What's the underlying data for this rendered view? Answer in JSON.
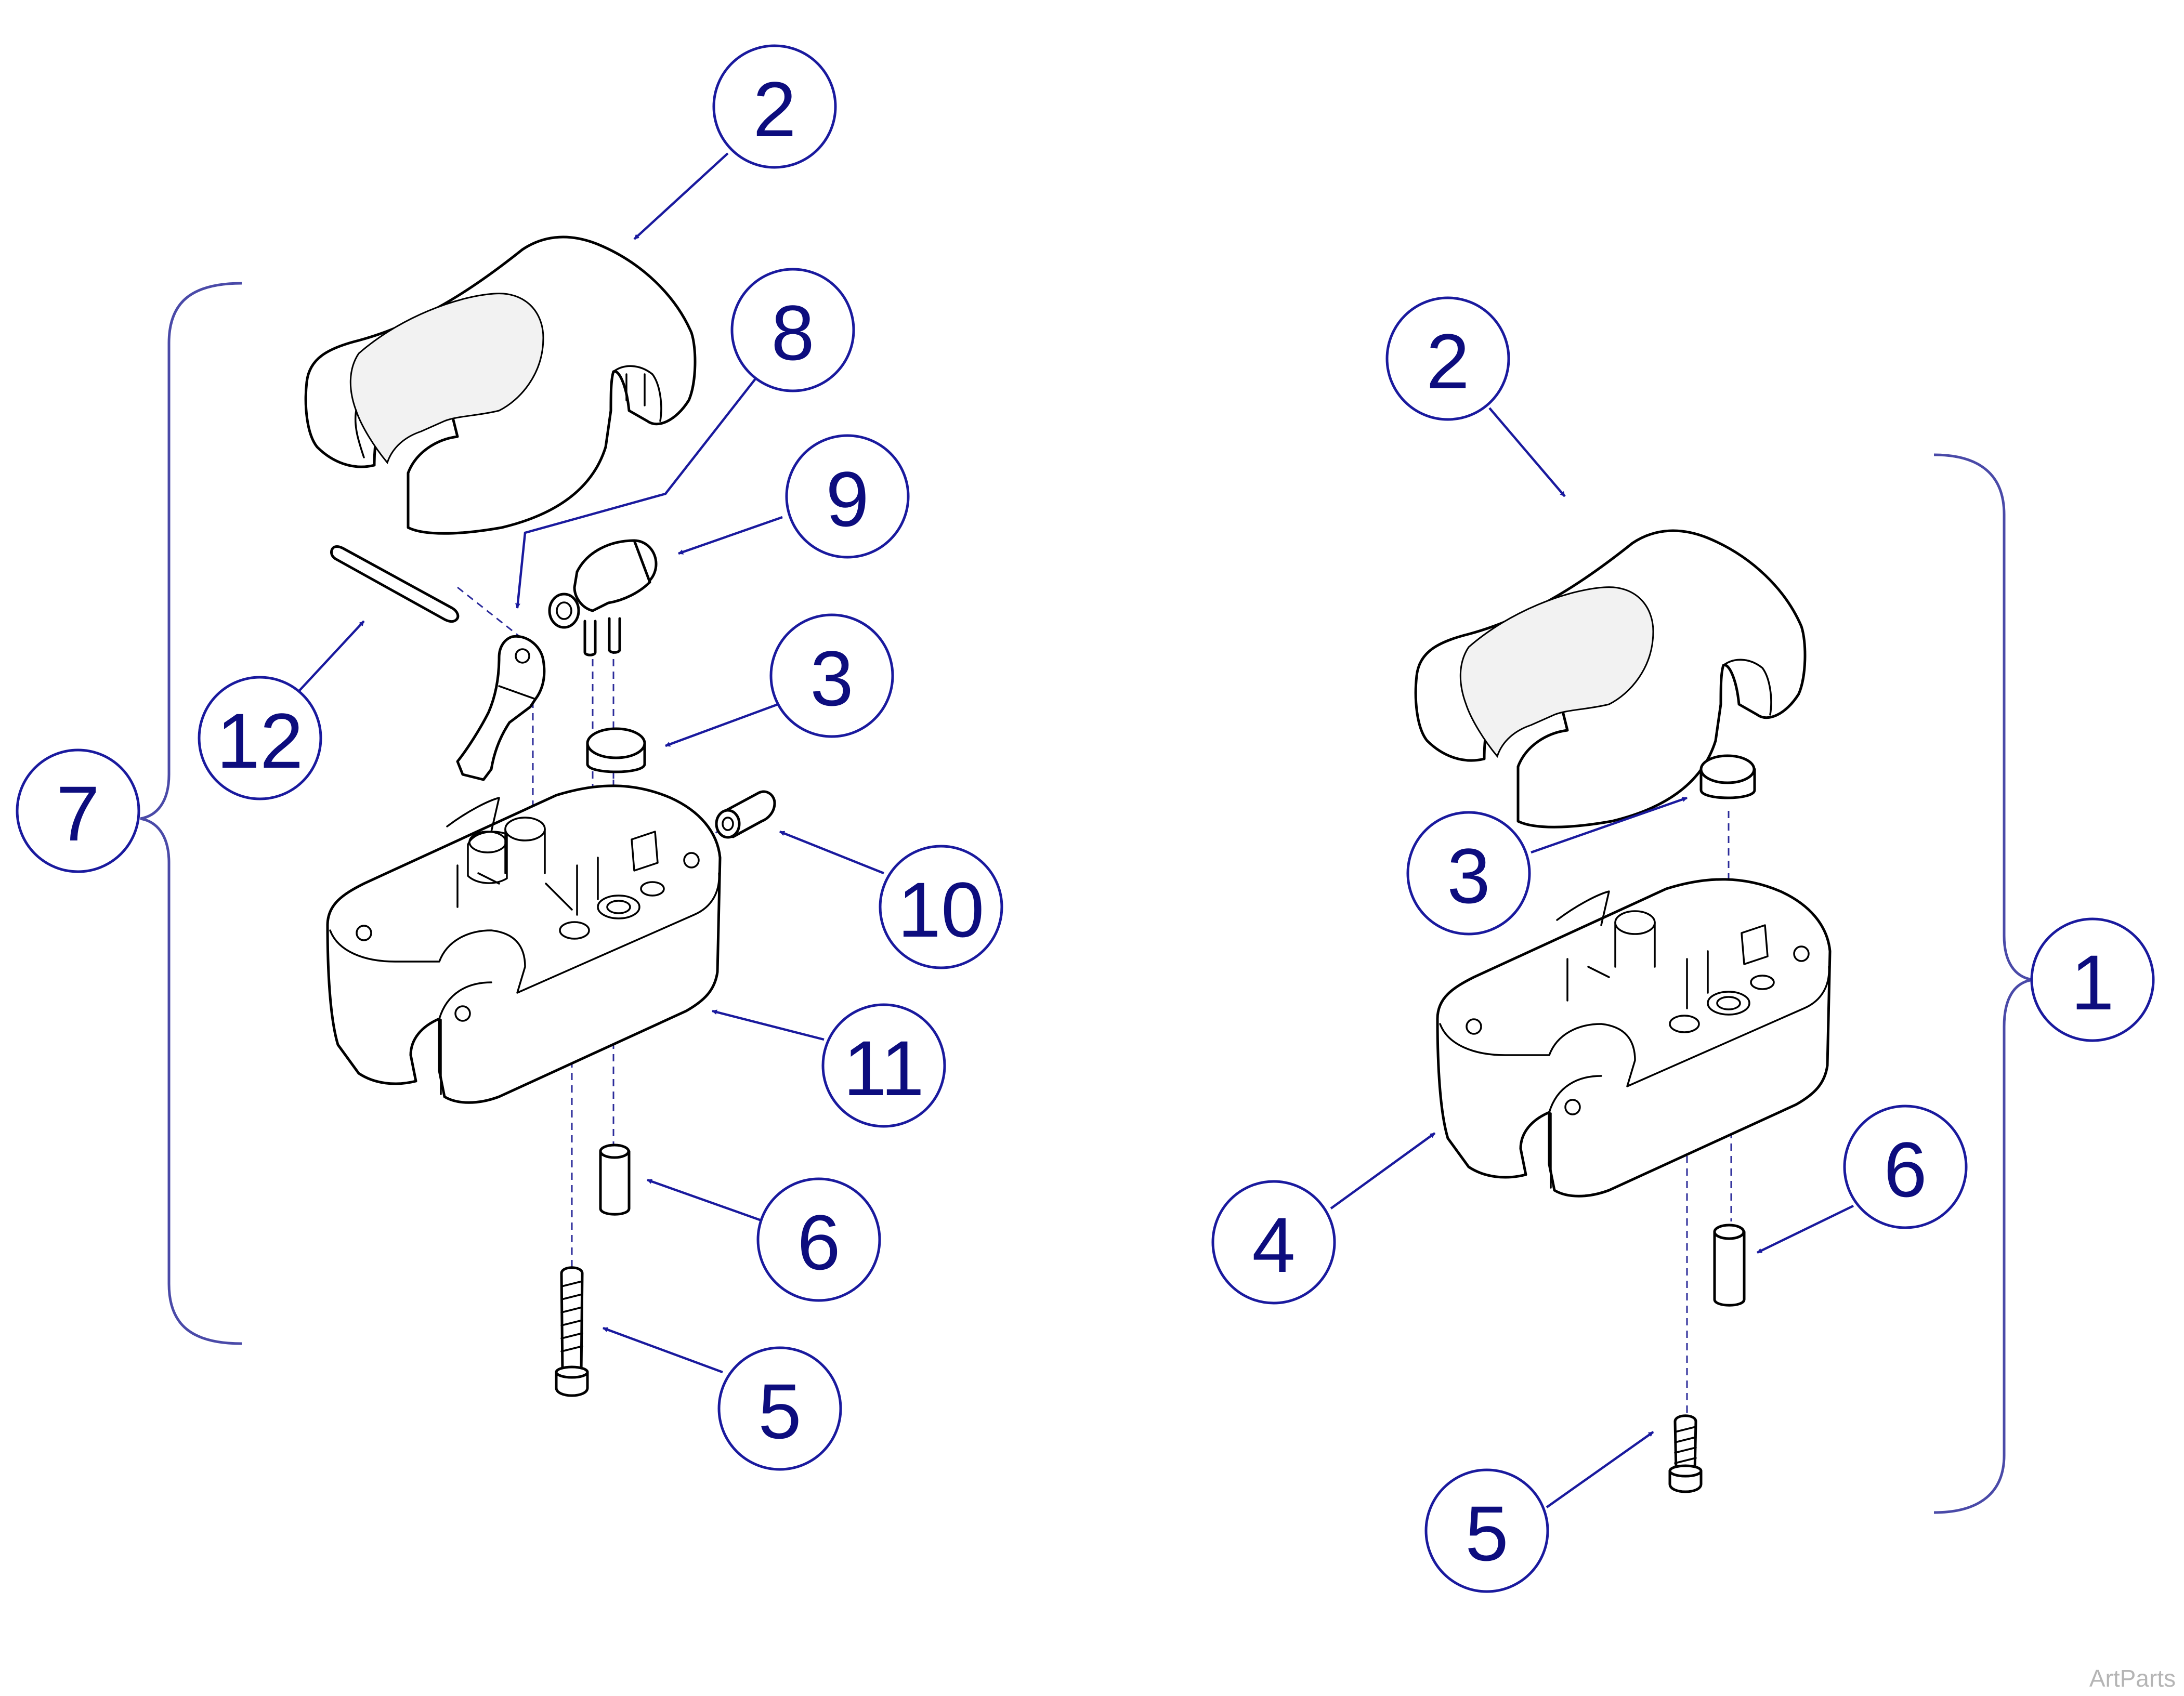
{
  "callouts": {
    "left": {
      "c2": "2",
      "c8": "8",
      "c9": "9",
      "c3": "3",
      "c12": "12",
      "c7": "7",
      "c10": "10",
      "c11": "11",
      "c6": "6",
      "c5": "5"
    },
    "right": {
      "c2": "2",
      "c3": "3",
      "c1": "1",
      "c4": "4",
      "c6": "6",
      "c5": "5"
    }
  },
  "watermark": "ArtParts",
  "colors": {
    "callout": "#1a1a9e",
    "callout_text": "#0d0d7e",
    "bracket": "#4a4aa8",
    "line_art": "#000000",
    "watermark": "#b5b5b5"
  }
}
